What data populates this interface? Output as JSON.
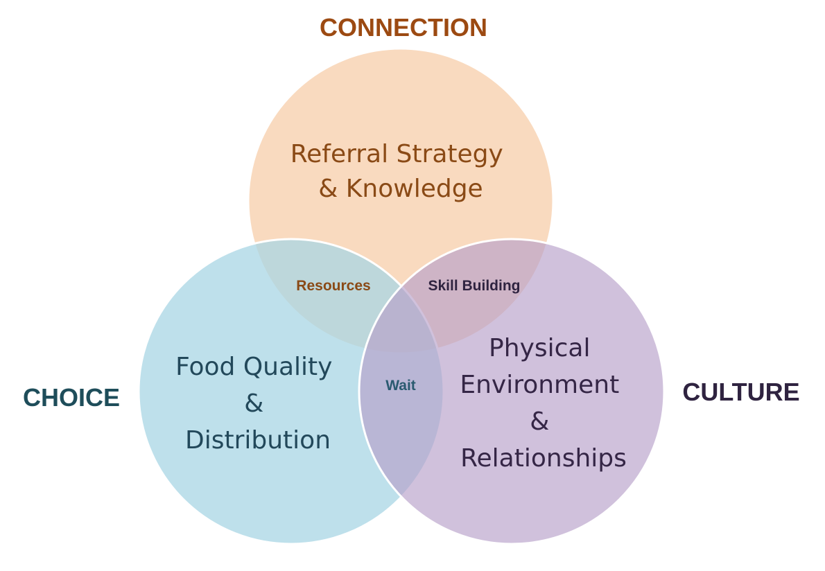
{
  "diagram": {
    "outer_labels": {
      "top": "CONNECTION",
      "left": "CHOICE",
      "right": "CULTURE"
    },
    "circles": {
      "top": {
        "lines": [
          "Referral Strategy",
          "& Knowledge"
        ]
      },
      "left": {
        "lines": [
          "Food Quality",
          "&",
          "Distribution"
        ]
      },
      "right": {
        "lines": [
          "Physical",
          "Environment",
          "&",
          "Relationships"
        ]
      }
    },
    "overlaps": {
      "top_left": "Resources",
      "top_right": "Skill Building",
      "left_right": "Wait"
    },
    "colors": {
      "connection": "#9c4a12",
      "choice": "#1e4d5a",
      "culture": "#2f2340",
      "top_fill": "#f8d3b4",
      "left_fill": "#b2dce8",
      "right_fill": "#c8b4d7",
      "circle_stroke": "#ffffff",
      "top_text": "#8a4a16",
      "left_text": "#22485a",
      "right_text": "#352646",
      "overlap_wait": "#2a5a70"
    }
  }
}
